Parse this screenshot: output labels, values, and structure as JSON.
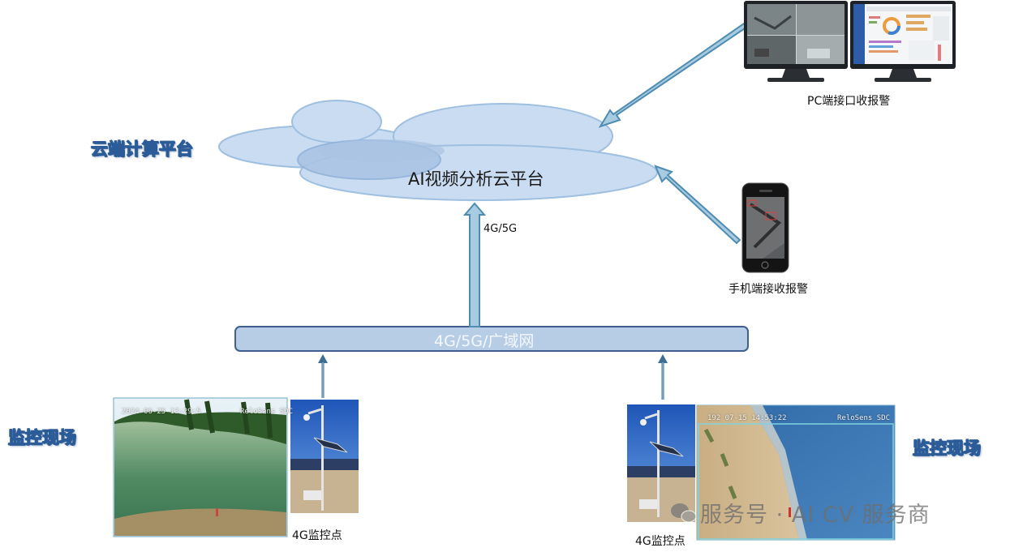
{
  "labels": {
    "cloud_platform_side": "云端计算平台",
    "cloud_center": "AI视频分析云平台",
    "uplink": "4G/5G",
    "network_bar": "4G/5G/广域网",
    "pc_alarm": "PC端接口收报警",
    "mobile_alarm": "手机端接收报警",
    "site_left": "监控现场",
    "site_right": "监控现场",
    "point_left": "4G监控点",
    "point_right": "4G监控点"
  },
  "photos": {
    "left_timestamp": "2024-06-25 13:29:5",
    "left_brand": "ReloSens SDC",
    "right_timestamp": "192 07-15 14:53:22",
    "right_brand": "ReloSens SDC"
  },
  "watermark": {
    "text": "服务号 · AI CV 服务商"
  },
  "colors": {
    "cloud_fill": "#c9dcf1",
    "cloud_stroke": "#9fbfe0",
    "arrow_fill": "#a7cbe1",
    "arrow_stroke": "#4f8cb1",
    "bar_fill": "#b7cde6",
    "bar_stroke": "#3e5f8f"
  }
}
